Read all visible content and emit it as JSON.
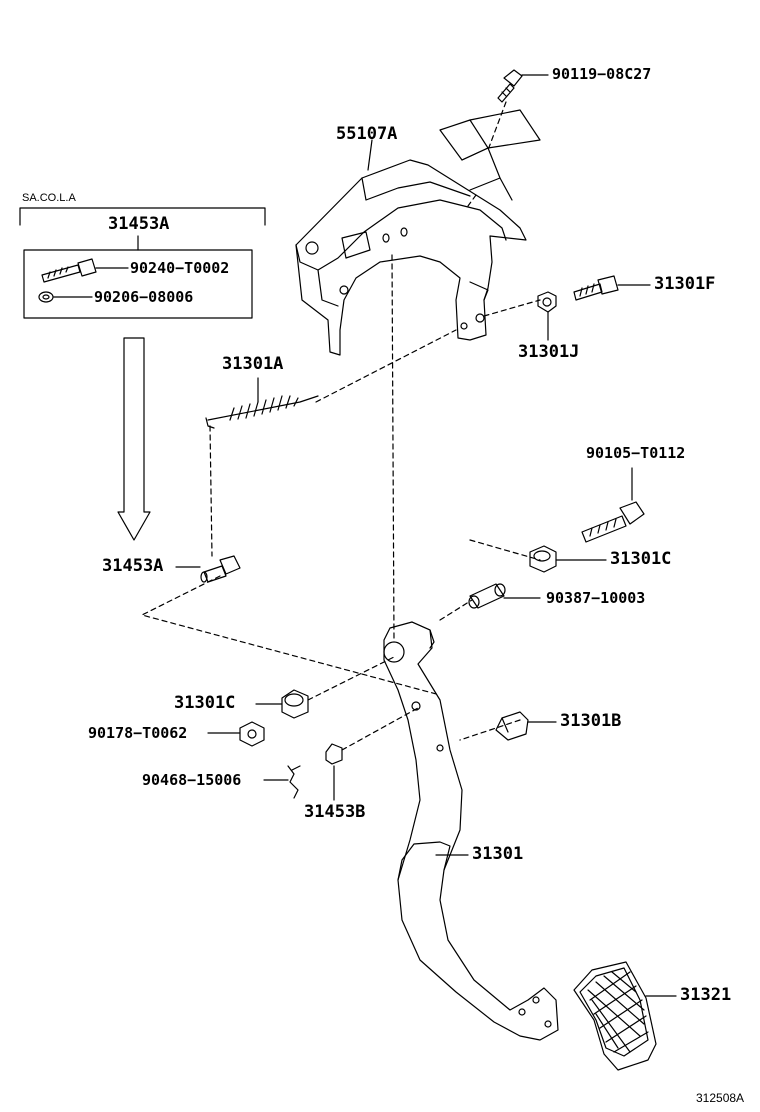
{
  "figure_id": "312508A",
  "kit_note": "SA.CO.L.A",
  "kit": {
    "label": "31453A",
    "items": [
      "90240−T0002",
      "90206−08006"
    ]
  },
  "parts": {
    "bolt_top": "90119−08C27",
    "bracket": "55107A",
    "bolt_f": "31301F",
    "collar_j": "31301J",
    "spring": "31301A",
    "bolt_right": "90105−T0112",
    "bush_c_right": "31301C",
    "pin_left": "31453A",
    "sleeve": "90387−10003",
    "bush_c_left": "31301C",
    "nut": "90178−T0062",
    "stopper": "31301B",
    "clip": "90468−15006",
    "cushion": "31453B",
    "pedal_arm": "31301",
    "pedal_pad": "31321"
  }
}
